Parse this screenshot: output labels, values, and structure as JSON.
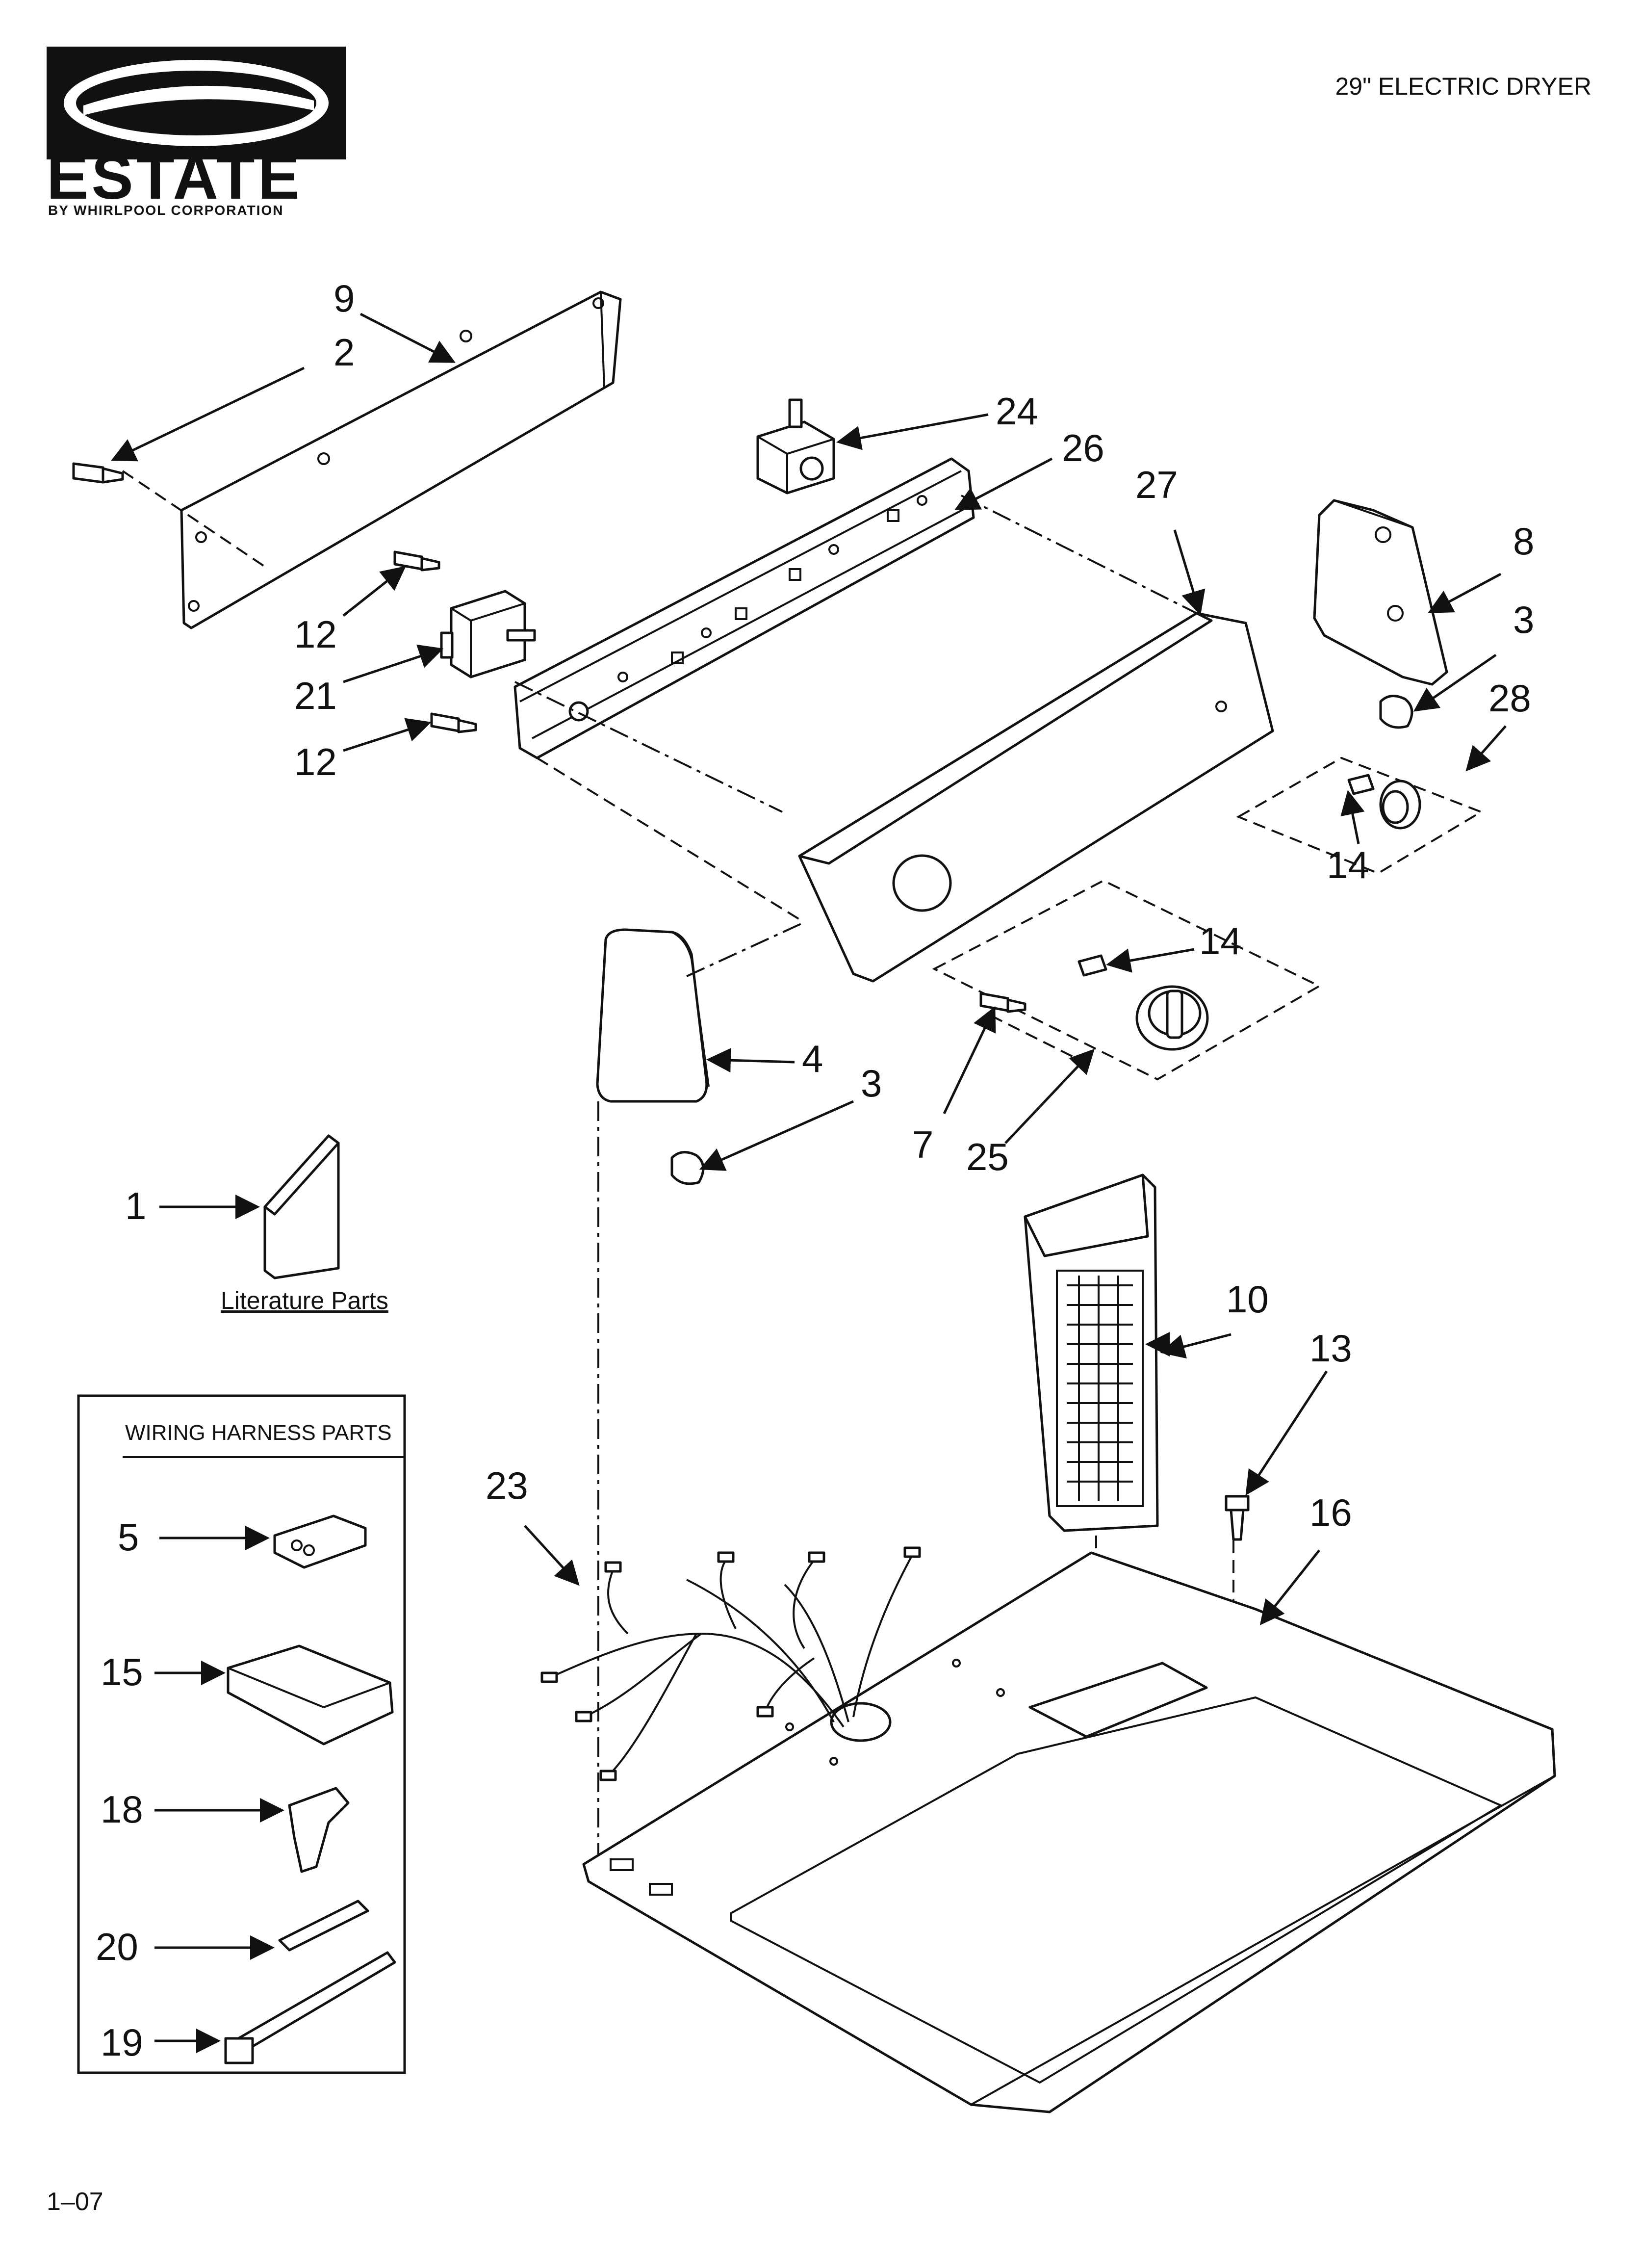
{
  "header": {
    "brand_logo_text": "ESTATE",
    "brand_sub": "BY WHIRLPOOL CORPORATION",
    "title": "29\" ELECTRIC DRYER"
  },
  "callouts": {
    "c1": "1",
    "c2": "2",
    "c3a": "3",
    "c3b": "3",
    "c4": "4",
    "c5": "5",
    "c7": "7",
    "c8": "8",
    "c9": "9",
    "c10": "10",
    "c12a": "12",
    "c12b": "12",
    "c13": "13",
    "c14a": "14",
    "c14b": "14",
    "c15": "15",
    "c16": "16",
    "c18": "18",
    "c19": "19",
    "c20": "20",
    "c21": "21",
    "c23": "23",
    "c24": "24",
    "c25": "25",
    "c26": "26",
    "c27": "27",
    "c28": "28"
  },
  "literature_label": "Literature Parts",
  "wiring_box_title": "WIRING HARNESS PARTS",
  "footer": {
    "page_code": "1–07"
  }
}
